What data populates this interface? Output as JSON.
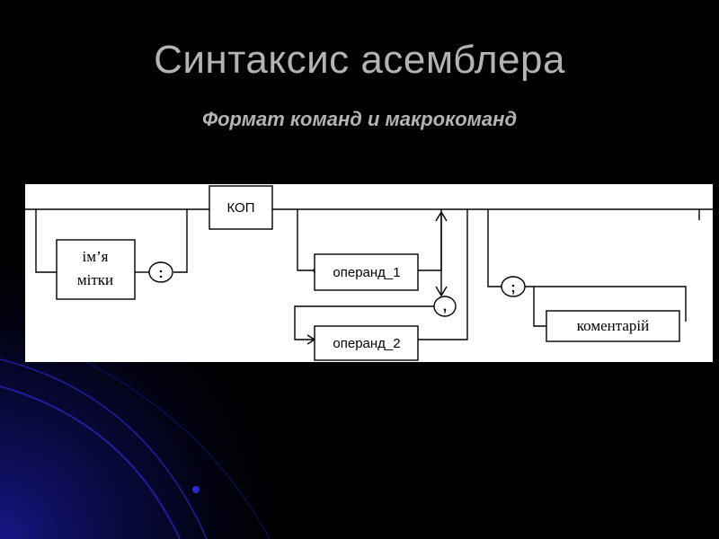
{
  "slide": {
    "title": "Синтаксис асемблера",
    "subtitle": "Формат команд и макрокоманд"
  },
  "diagram": {
    "label_box_line1": "ім’я",
    "label_box_line2": "мітки",
    "colon_symbol": ":",
    "opcode_box": "КОП",
    "operand1_box": "операнд_1",
    "comma_symbol": ",",
    "operand2_box": "операнд_2",
    "semicolon_symbol": ";",
    "comment_box": "коментарій"
  },
  "colors": {
    "background": "#000000",
    "text": "#b3b3b3",
    "diagram_bg": "#ffffff",
    "accent": "#1a1aa0"
  }
}
